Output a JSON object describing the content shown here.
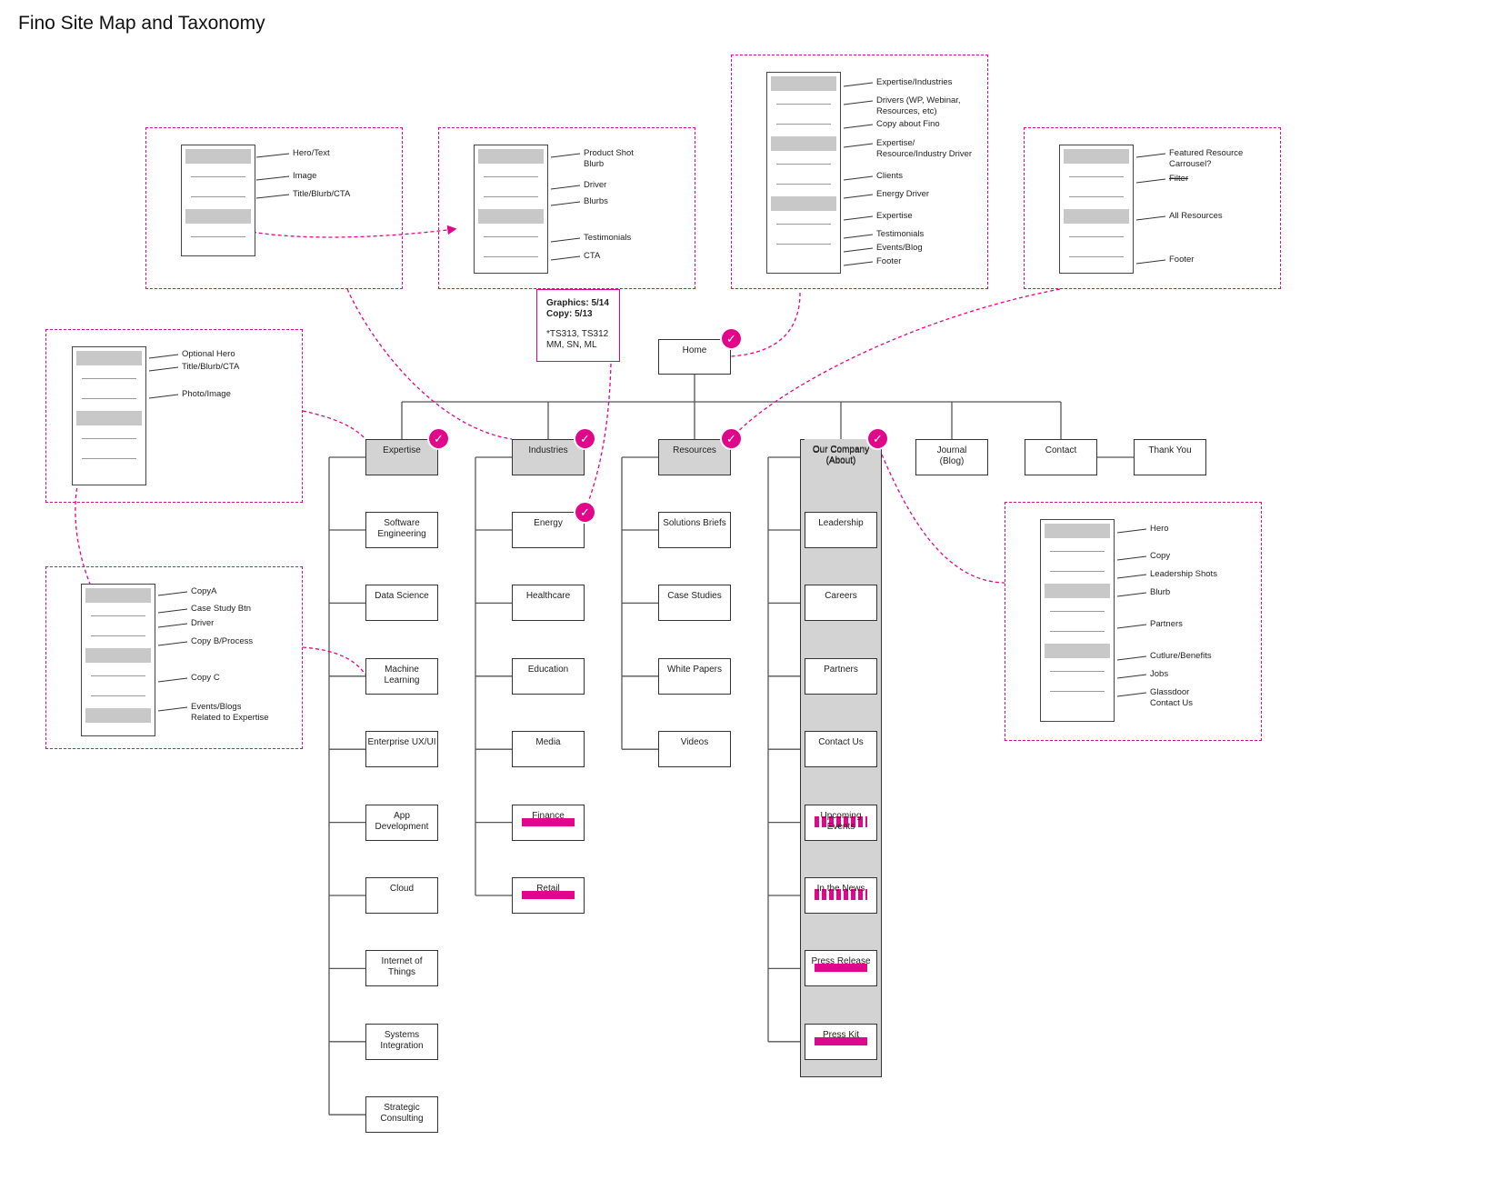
{
  "title": "Fino Site Map and Taxonomy",
  "note": {
    "line1": "Graphics: 5/14",
    "line2": "Copy: 5/13",
    "line3": "*TS313, TS312",
    "line4": "MM, SN, ML"
  },
  "home": {
    "label": "Home"
  },
  "top_nav": [
    {
      "label": "Expertise",
      "checked": true
    },
    {
      "label": "Industries",
      "checked": true
    },
    {
      "label": "Resources",
      "checked": true
    },
    {
      "label": "Our Company\n(About)",
      "checked": true
    },
    {
      "label": "Journal\n(Blog)",
      "checked": false
    },
    {
      "label": "Contact",
      "checked": false
    }
  ],
  "thank_you": {
    "label": "Thank You"
  },
  "expertise_children": [
    "Software\nEngineering",
    "Data Science",
    "Machine\nLearning",
    "Enterprise UX/UI",
    "App\nDevelopment",
    "Cloud",
    "Internet of\nThings",
    "Systems\nIntegration",
    "Strategic\nConsulting"
  ],
  "industries_children": [
    {
      "label": "Energy",
      "checked": true,
      "removed": false
    },
    {
      "label": "Healthcare",
      "checked": false,
      "removed": false
    },
    {
      "label": "Education",
      "checked": false,
      "removed": false
    },
    {
      "label": "Media",
      "checked": false,
      "removed": false
    },
    {
      "label": "Finance",
      "checked": false,
      "removed": true
    },
    {
      "label": "Retail",
      "checked": false,
      "removed": true
    }
  ],
  "resources_children": [
    "Solutions Briefs",
    "Case Studies",
    "White Papers",
    "Videos"
  ],
  "company_children": [
    {
      "label": "Leadership",
      "removed": false
    },
    {
      "label": "Careers",
      "removed": false
    },
    {
      "label": "Partners",
      "removed": false
    },
    {
      "label": "Contact Us",
      "removed": false
    },
    {
      "label": "Upcoming\nEvents",
      "removed": true,
      "style": "dashed"
    },
    {
      "label": "In the News",
      "removed": true,
      "style": "dashed"
    },
    {
      "label": "Press Release",
      "removed": true,
      "style": "solid"
    },
    {
      "label": "Press Kit",
      "removed": true,
      "style": "solid"
    }
  ],
  "wireframes": {
    "expertise_page": [
      "Hero/Text",
      "Image",
      "Title/Blurb/CTA"
    ],
    "industry_page": [
      "Product Shot\nBlurb",
      "Driver",
      "Blurbs",
      "Testimonials",
      "CTA"
    ],
    "home_page": [
      "Expertise/Industries",
      "Drivers (WP, Webinar,\nResources, etc)",
      "Copy about Fino",
      "Expertise/\nResource/Industry Driver",
      "Clients",
      "Energy Driver",
      "Expertise",
      "Testimonials",
      "Events/Blog",
      "Footer"
    ],
    "resources_page": [
      "Featured Resource\nCarrousel?",
      "Filter",
      "All Resources",
      "Footer"
    ],
    "expertise_listing": [
      "Optional Hero",
      "Title/Blurb/CTA",
      "Photo/Image"
    ],
    "expertise_detail": [
      "CopyA",
      "Case Study Btn",
      "Driver",
      "Copy B/Process",
      "Copy C",
      "Events/Blogs\nRelated to Expertise"
    ],
    "about_page": [
      "Hero",
      "Copy",
      "Leadership Shots",
      "Blurb",
      "Partners",
      "Cutlure/Benefits",
      "Jobs",
      "Glassdoor\nContact Us"
    ]
  },
  "accent_color": "#e0078a",
  "box_fill_grey": "#d3d3d3",
  "icon": "checkmark-icon"
}
